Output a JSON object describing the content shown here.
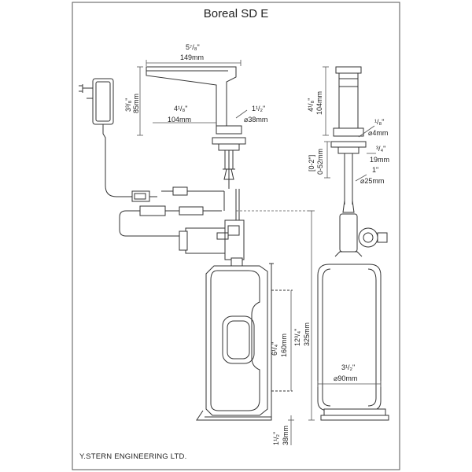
{
  "title": "Boreal SD E",
  "footer": "Y.STERN ENGINEERING LTD.",
  "dimensions": {
    "spout_length": {
      "inch": "5⁷/₈\"",
      "mm": "149mm"
    },
    "faucet_height": {
      "inch": "3³/₈\"",
      "mm": "85mm"
    },
    "spout_reach": {
      "inch": "4¹/₈\"",
      "mm": "104mm"
    },
    "body_diameter": {
      "inch": "1¹/₂\"",
      "mm": "⌀38mm"
    },
    "side_height": {
      "inch": "4¹/₈\"",
      "mm": "104mm"
    },
    "outlet_diameter": {
      "inch": "¹/₈\"",
      "mm": "⌀4mm"
    },
    "deck_thickness": {
      "inch": "³/₄\"",
      "mm": "19mm"
    },
    "deck_range": {
      "inch": "[0-2\"]",
      "mm": "0-52mm"
    },
    "hole_diameter": {
      "inch": "1\"",
      "mm": "⌀25mm"
    },
    "window_height": {
      "inch": "6¹/₄\"",
      "mm": "160mm"
    },
    "bottle_height": {
      "inch": "12³/₄\"",
      "mm": "325mm"
    },
    "base_height": {
      "inch": "1¹/₂\"",
      "mm": "38mm"
    },
    "bottle_diameter": {
      "inch": "3¹/₂\"",
      "mm": "⌀90mm"
    }
  },
  "colors": {
    "line": "#333333",
    "background": "#ffffff"
  }
}
